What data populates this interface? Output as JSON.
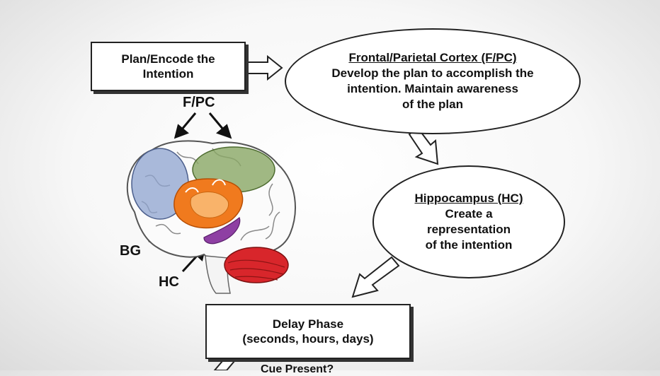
{
  "diagram": {
    "plan_box": {
      "line1": "Plan/Encode the",
      "line2": "Intention"
    },
    "fpc_ellipse": {
      "title": "Frontal/Parietal Cortex (F/PC)",
      "line1": "Develop the plan to accomplish the",
      "line2": "intention. Maintain awareness",
      "line3": "of the plan"
    },
    "hc_ellipse": {
      "title": "Hippocampus (HC)",
      "line1": "Create a",
      "line2": "representation",
      "line3": "of the intention"
    },
    "delay_box": {
      "line1": "Delay Phase",
      "line2": "(seconds, hours, days)"
    },
    "next_box_partial": "Cue Present?",
    "brain_labels": {
      "fpc": "F/PC",
      "bg": "BG",
      "hc": "HC"
    },
    "colors": {
      "frontal_region": "#8ea3cf",
      "parietal_region": "#8aa865",
      "basal_ganglia": "#f07a1e",
      "hippocampus": "#8e3fa3",
      "cerebellum": "#d8262b"
    }
  }
}
